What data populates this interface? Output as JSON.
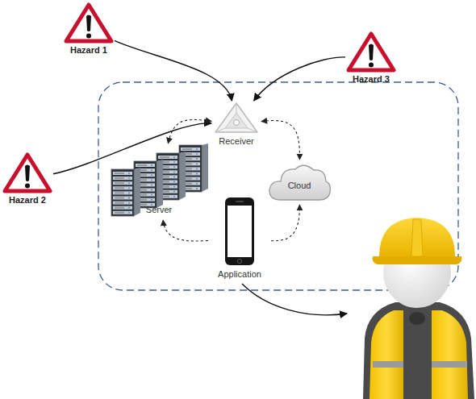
{
  "diagram": {
    "nodes": [
      {
        "text": [
          "Hazard 1"
        ]
      },
      {
        "text": [
          "Hazard 3"
        ]
      },
      {
        "text": [
          "Receiver"
        ]
      },
      {
        "text": [
          "Hazard 2"
        ]
      },
      {
        "text": [
          "Server"
        ]
      },
      {
        "text": [
          "Cloud"
        ]
      },
      {
        "text": [
          "Application"
        ]
      }
    ],
    "edges": [
      {
        "from": 0,
        "to": 2,
        "arrow": "to"
      },
      {
        "from": 1,
        "to": 2,
        "arrow": "to"
      },
      {
        "from": 3,
        "to": 2,
        "arrow": "to"
      },
      {
        "from": 2,
        "to": 4,
        "arrow": "both"
      },
      {
        "from": 2,
        "to": 5,
        "arrow": "both"
      },
      {
        "from": 6,
        "to": 4,
        "arrow": "to"
      },
      {
        "from": 6,
        "to": 5,
        "arrow": "to"
      }
    ]
  }
}
